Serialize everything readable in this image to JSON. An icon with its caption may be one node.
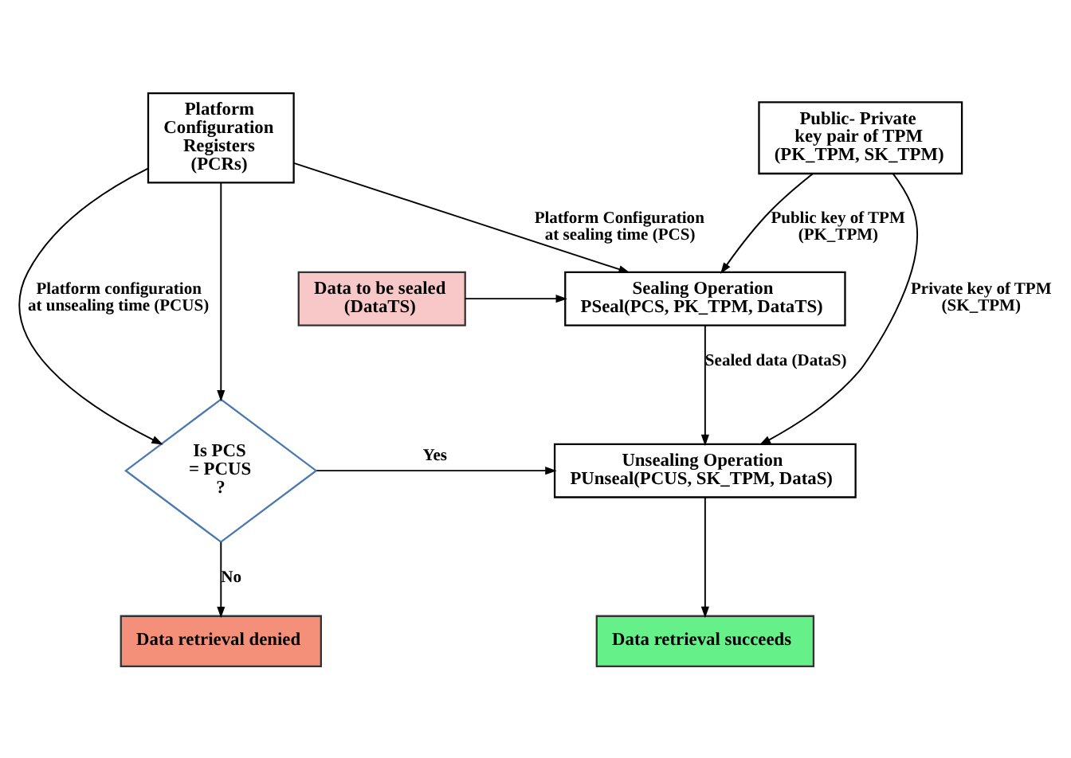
{
  "diagram": {
    "nodes": [
      {
        "text": [
          "Platform Configuration Registers (PCRs)"
        ]
      },
      {
        "text": [
          "Public- Private key pair of TPM (PK_TPM, SK_TPM)"
        ]
      },
      {
        "text": [
          "Sealing Operation",
          "PSeal(PCS, PK_TPM, DataTS)"
        ]
      },
      {
        "text": [
          "Data to be sealed (DataTS)"
        ]
      },
      {
        "text": [
          "Is PCS = PCUS ?"
        ]
      },
      {
        "text": [
          "Unsealing Operation",
          "PUnseal(PCUS, SK_TPM, DataS)"
        ]
      },
      {
        "text": [
          "Data retrieval denied"
        ]
      },
      {
        "text": [
          "Data retrieval succeeds"
        ]
      }
    ],
    "edges": [
      {
        "from": 0,
        "to": 2,
        "arrow": "to",
        "label": "Platform Configuration at sealing time (PCS)"
      },
      {
        "from": 0,
        "to": 4,
        "arrow": "to"
      },
      {
        "from": 0,
        "to": 4,
        "arrow": "to",
        "label": "Platform configuration at unsealing time (PCUS)"
      },
      {
        "from": 1,
        "to": 2,
        "arrow": "to",
        "label": "Public key of TPM (PK_TPM)"
      },
      {
        "from": 1,
        "to": 5,
        "arrow": "to",
        "label": "Private key of TPM (SK_TPM)"
      },
      {
        "from": 3,
        "to": 2,
        "arrow": "to"
      },
      {
        "from": 2,
        "to": 5,
        "arrow": "to",
        "label": "Sealed data (DataS)"
      },
      {
        "from": 4,
        "to": 5,
        "arrow": "to",
        "label": "Yes"
      },
      {
        "from": 4,
        "to": 6,
        "arrow": "to",
        "label": "No"
      },
      {
        "from": 5,
        "to": 7,
        "arrow": "to"
      }
    ]
  }
}
